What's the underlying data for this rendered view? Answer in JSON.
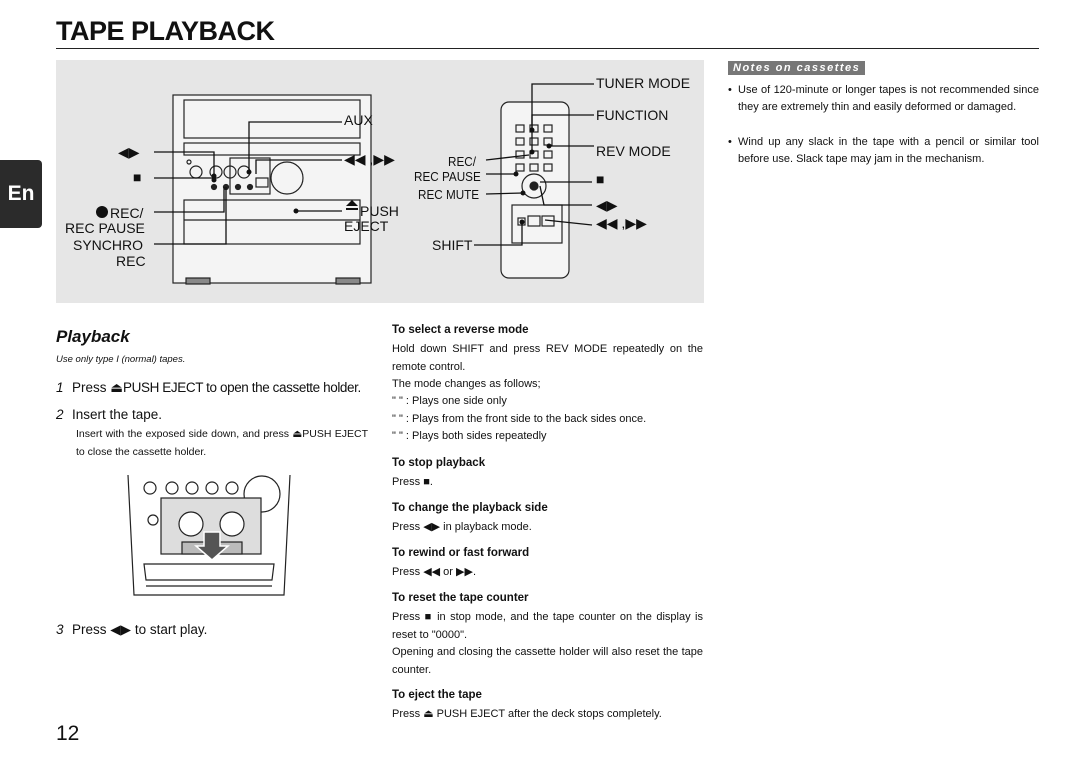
{
  "title": "TAPE PLAYBACK",
  "lang_tab": "En",
  "diagram": {
    "left_labels": {
      "play": "◀▶",
      "stop": "■",
      "rec": "REC/",
      "rec_pause": "REC PAUSE",
      "synchro": "SYNCHRO",
      "synchro_rec": "REC",
      "aux": "AUX",
      "rew_ff": "◀◀ ,▶▶",
      "push": "PUSH",
      "eject": "EJECT"
    },
    "right_labels": {
      "tuner_mode": "TUNER MODE",
      "function": "FUNCTION",
      "rev_mode": "REV MODE",
      "rec": "REC/",
      "rec_pause": "REC PAUSE",
      "rec_mute": "REC MUTE",
      "shift": "SHIFT",
      "stop": "■",
      "play": "◀▶",
      "rew_ff": "◀◀ ,▶▶"
    }
  },
  "notes": {
    "heading": "Notes on cassettes",
    "items": [
      "Use of 120-minute or longer tapes is not recommended since they are extremely thin and easily deformed or damaged.",
      "Wind up any slack in the tape with a pencil or similar tool before use. Slack tape may jam in the mechanism."
    ]
  },
  "playback": {
    "heading": "Playback",
    "tape_note": "Use only type I (normal) tapes.",
    "step1_num": "1",
    "step1_pre": "Press",
    "step1_post": "PUSH EJECT to open the cassette holder.",
    "step2_num": "2",
    "step2": "Insert the tape.",
    "step2_detail_pre": "Insert with the exposed side down, and press",
    "step2_detail_post": "PUSH EJECT to close the cassette holder.",
    "step3_num": "3",
    "step3_pre": "Press",
    "step3_post": "to start play."
  },
  "sections": {
    "reverse_title": "To select a reverse mode",
    "reverse_text": "Hold down SHIFT and press REV MODE repeatedly on the remote control.",
    "reverse_changes": "The mode changes as follows;",
    "mode1": "\" \" : Plays one side only",
    "mode2": "\" \" : Plays from the front side to the back sides once.",
    "mode3": "\" \" : Plays both sides repeatedly",
    "stop_title": "To stop playback",
    "stop_text": "Press",
    "change_title": "To change the playback side",
    "change_pre": "Press",
    "change_post": "in playback mode.",
    "rewind_title": "To rewind or fast forward",
    "rewind_pre": "Press",
    "rewind_mid": "or",
    "reset_title": "To reset the tape counter",
    "reset_pre": "Press",
    "reset_post": "in stop mode, and the tape counter on the display is reset to \"0000\".",
    "reset_text2": "Opening and closing the cassette holder will also reset the tape counter.",
    "eject_title": "To eject the tape",
    "eject_pre": "Press",
    "eject_post": "PUSH EJECT after the deck stops completely."
  },
  "page_number": "12"
}
